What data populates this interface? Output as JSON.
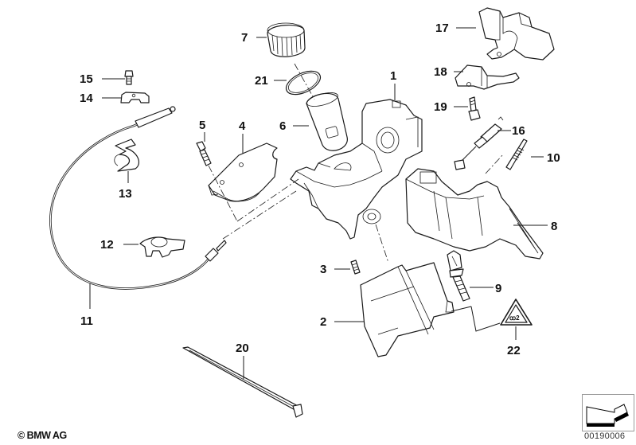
{
  "diagram": {
    "title": "Steering lock / ignition switch housing exploded view",
    "copyright": "© BMW AG",
    "diagram_number": "00190006",
    "nav_icon": "back-arrow-icon",
    "callouts": [
      {
        "id": "1",
        "label": "1"
      },
      {
        "id": "2",
        "label": "2"
      },
      {
        "id": "3",
        "label": "3"
      },
      {
        "id": "4",
        "label": "4"
      },
      {
        "id": "5",
        "label": "5"
      },
      {
        "id": "6",
        "label": "6"
      },
      {
        "id": "7",
        "label": "7"
      },
      {
        "id": "8",
        "label": "8"
      },
      {
        "id": "9",
        "label": "9"
      },
      {
        "id": "10",
        "label": "10"
      },
      {
        "id": "11",
        "label": "11"
      },
      {
        "id": "12",
        "label": "12"
      },
      {
        "id": "13",
        "label": "13"
      },
      {
        "id": "14",
        "label": "14"
      },
      {
        "id": "15",
        "label": "15"
      },
      {
        "id": "16",
        "label": "16"
      },
      {
        "id": "17",
        "label": "17"
      },
      {
        "id": "18",
        "label": "18"
      },
      {
        "id": "19",
        "label": "19"
      },
      {
        "id": "20",
        "label": "20"
      },
      {
        "id": "21",
        "label": "21"
      },
      {
        "id": "22",
        "label": "22"
      }
    ]
  }
}
